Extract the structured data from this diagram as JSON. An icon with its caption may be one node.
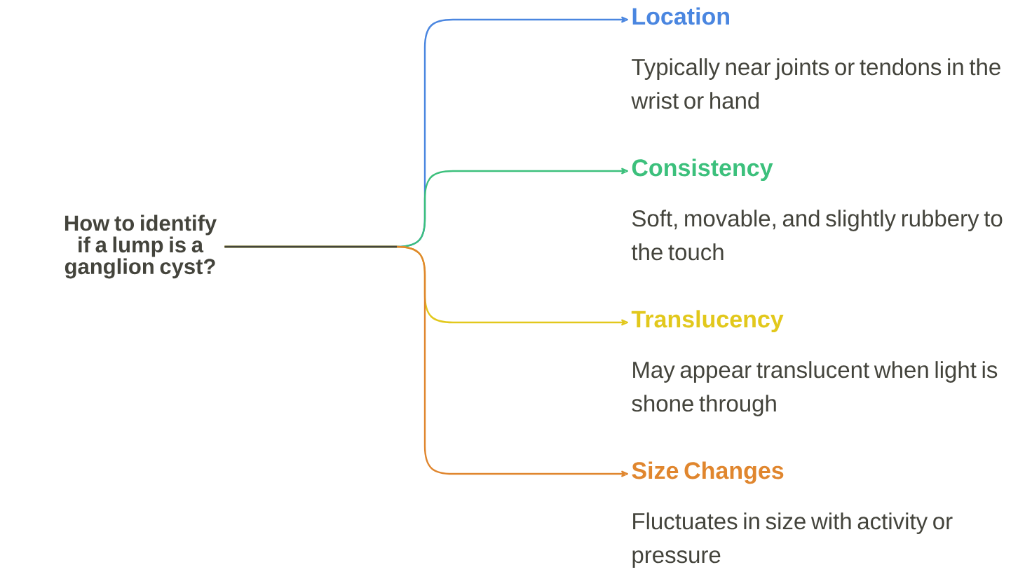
{
  "diagram": {
    "nodes": [
      {
        "text": [
          "How to identify if a lump is a ganglion cyst?"
        ]
      },
      {
        "text": [
          "Location",
          "Typically near joints or tendons in the wrist or hand"
        ]
      },
      {
        "text": [
          "Consistency",
          "Soft, movable, and slightly rubbery to the touch"
        ]
      },
      {
        "text": [
          "Translucency",
          "May appear translucent when light is shone through"
        ]
      },
      {
        "text": [
          "Size Changes",
          "Fluctuates in size with activity or pressure"
        ]
      }
    ],
    "edges": [
      {
        "from": 0,
        "to": 1,
        "arrow": "to",
        "color": "#4a86e0"
      },
      {
        "from": 0,
        "to": 2,
        "arrow": "to",
        "color": "#3cc07c"
      },
      {
        "from": 0,
        "to": 3,
        "arrow": "to",
        "color": "#e2c81c"
      },
      {
        "from": 0,
        "to": 4,
        "arrow": "to",
        "color": "#e0862e"
      }
    ]
  }
}
